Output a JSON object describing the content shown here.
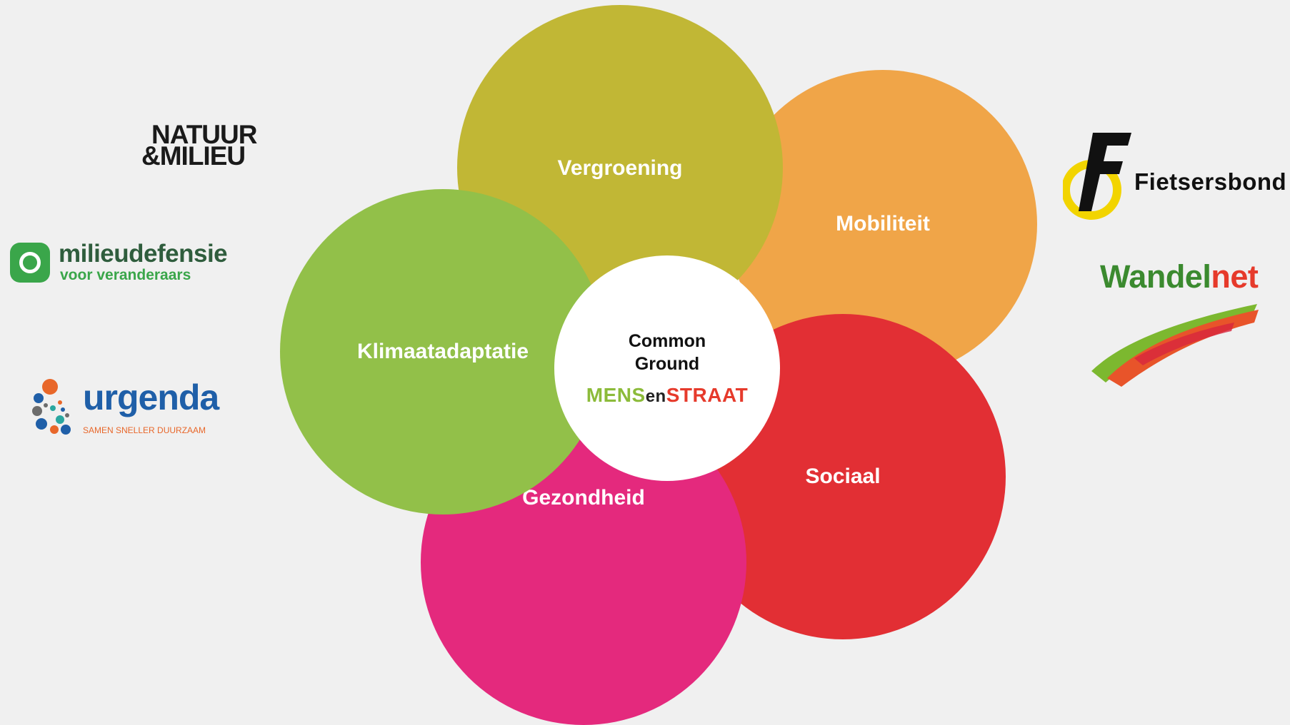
{
  "diagram": {
    "petals": [
      {
        "label": "Vergroening",
        "color": "#c1b735"
      },
      {
        "label": "Mobiliteit",
        "color": "#f0a548"
      },
      {
        "label": "Klimaatadaptatie",
        "color": "#92c049"
      },
      {
        "label": "Sociaal",
        "color": "#e22f34"
      },
      {
        "label": "Gezondheid",
        "color": "#e4297d"
      }
    ],
    "center": {
      "title": "Common Ground",
      "logo_part1": "MENS",
      "logo_part2": "en",
      "logo_part3": "STRAAT"
    }
  },
  "logos_left": {
    "natuur_milieu": {
      "line1": "NATUUR",
      "line2": "&MILIEU"
    },
    "milieudefensie": {
      "name": "milieudefensie",
      "tagline": "voor veranderaars"
    },
    "urgenda": {
      "name": "urgenda",
      "tagline": "SAMEN SNELLER DUURZAAM"
    }
  },
  "logos_right": {
    "fietsersbond": {
      "name": "Fietsersbond"
    },
    "wandelnet": {
      "name_part1": "Wandel",
      "name_part2": "net"
    }
  }
}
